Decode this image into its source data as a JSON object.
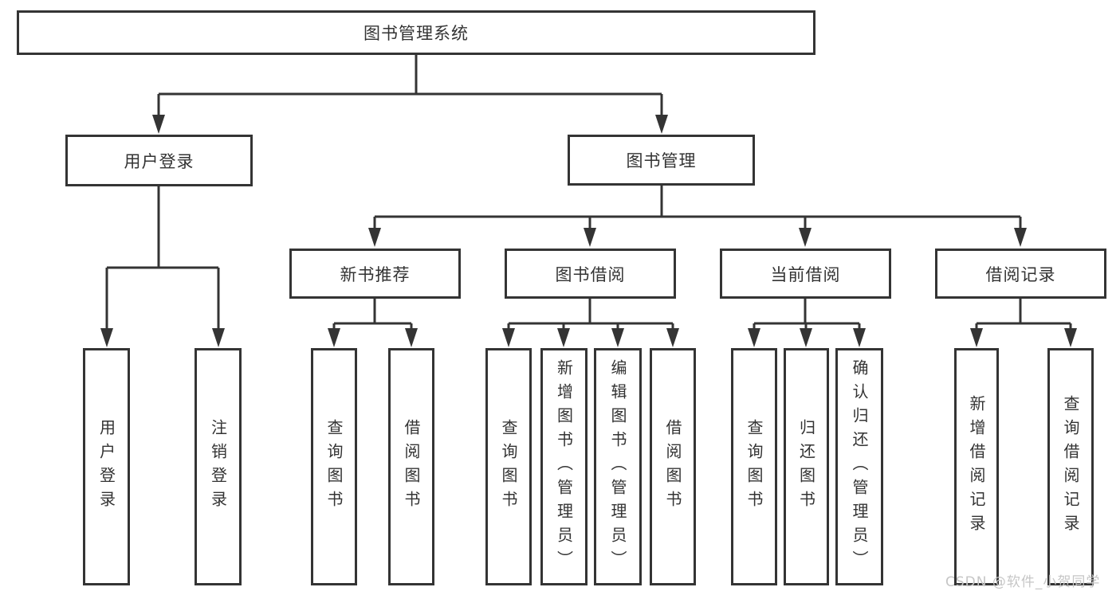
{
  "diagram": {
    "title": "图书管理系统",
    "tree": {
      "label": "图书管理系统",
      "children": [
        {
          "label": "用户登录",
          "children": [
            {
              "label": "用户登录"
            },
            {
              "label": "注销登录"
            }
          ]
        },
        {
          "label": "图书管理",
          "children": [
            {
              "label": "新书推荐",
              "children": [
                {
                  "label": "查询图书"
                },
                {
                  "label": "借阅图书"
                }
              ]
            },
            {
              "label": "图书借阅",
              "children": [
                {
                  "label": "查询图书"
                },
                {
                  "label": "新增图书（管理员）"
                },
                {
                  "label": "编辑图书（管理员）"
                },
                {
                  "label": "借阅图书"
                }
              ]
            },
            {
              "label": "当前借阅",
              "children": [
                {
                  "label": "查询图书"
                },
                {
                  "label": "归还图书"
                },
                {
                  "label": "确认归还（管理员）"
                }
              ]
            },
            {
              "label": "借阅记录",
              "children": [
                {
                  "label": "新增借阅记录"
                },
                {
                  "label": "查询借阅记录"
                }
              ]
            }
          ]
        }
      ]
    },
    "colors": {
      "line": "#343434",
      "text": "#333333",
      "box_background": "#ffffff",
      "watermark_text": "#c6c6c6"
    }
  },
  "watermark": {
    "text": "CSDN @软件_小贺同学"
  }
}
